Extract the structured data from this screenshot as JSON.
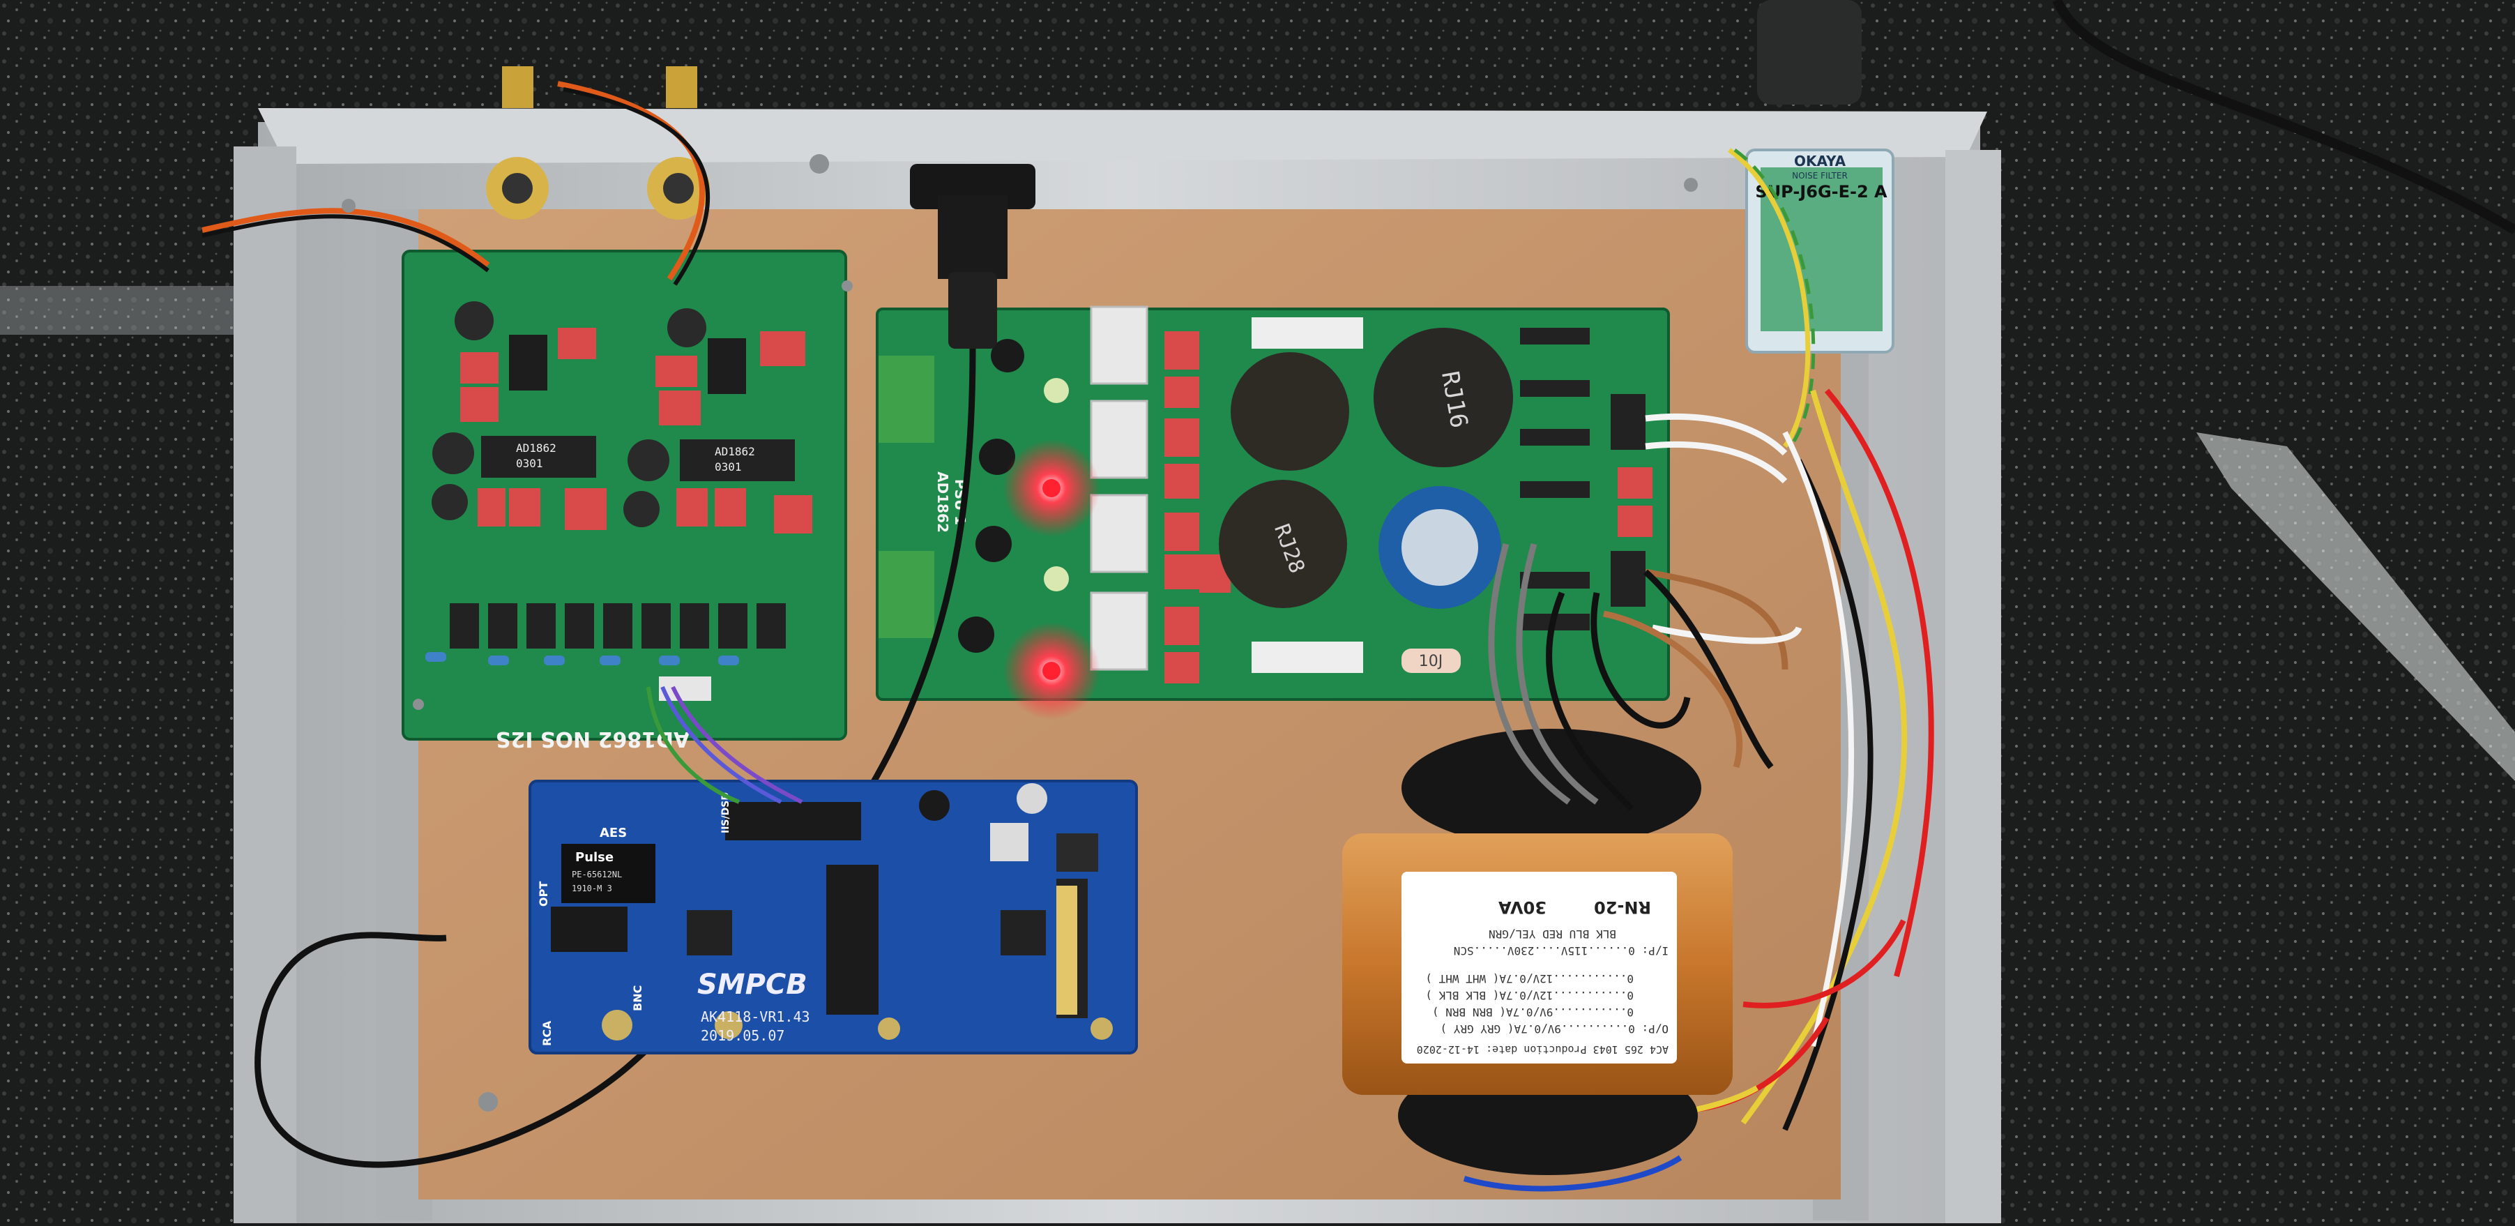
{
  "photo": {
    "kind": "DIY NOS DAC chassis (top view)",
    "colors": {
      "granite": "#1b1d1c",
      "chassis": "#c9ccce",
      "wood_base": "#c89a72",
      "pcb_green": "#1f8a4c",
      "pcb_blue": "#1c4fa8",
      "transformer_tape": "#c8772c",
      "led_red": "#ff2030"
    }
  },
  "dac_board": {
    "silkscreen": "AD1862 NOS I2S",
    "chip_label_1": "AD1862",
    "chip_code_1": "0301",
    "chip_label_2": "AD1862",
    "chip_code_2": "0301"
  },
  "psu_board": {
    "silkscreen_1": "PSU 1",
    "silkscreen_2": "AD1862",
    "cap_1": "RJ16",
    "cap_2": "RJ28",
    "resistor": "10J"
  },
  "receiver_board": {
    "logo": "SMPCB",
    "model": "AK4118-VR1.43",
    "date": "2019.05.07",
    "pulse_brand": "Pulse",
    "pulse_part": "PE-65612NL",
    "pulse_code": "1910-M 3",
    "label_aes": "AES",
    "label_opt": "OPT",
    "label_rca": "RCA",
    "label_bnc": "BNC",
    "label_iis": "IIS/DSD"
  },
  "noise_filter": {
    "brand": "OKAYA",
    "subtitle": "NOISE FILTER",
    "model": "SUP-J6G-E-2 A"
  },
  "transformer_label": {
    "date_line": "AC4 265 1043  Production date: 14-12-2020",
    "line_1": "O/P: 0..........9V/0.7A( GRY GRY )",
    "line_2": "0...........9V/0.7A( BRN BRN )",
    "line_3": "0...........12V/0.7A( BLK BLK )",
    "line_4": "0...........12V/0.7A( WHT WHT )",
    "line_5": "I/P: 0......115V....230V.....SCN",
    "line_6": "BLK    BLU    RED    YEL/GRN",
    "rating": "30VA",
    "model": "RN-20"
  }
}
